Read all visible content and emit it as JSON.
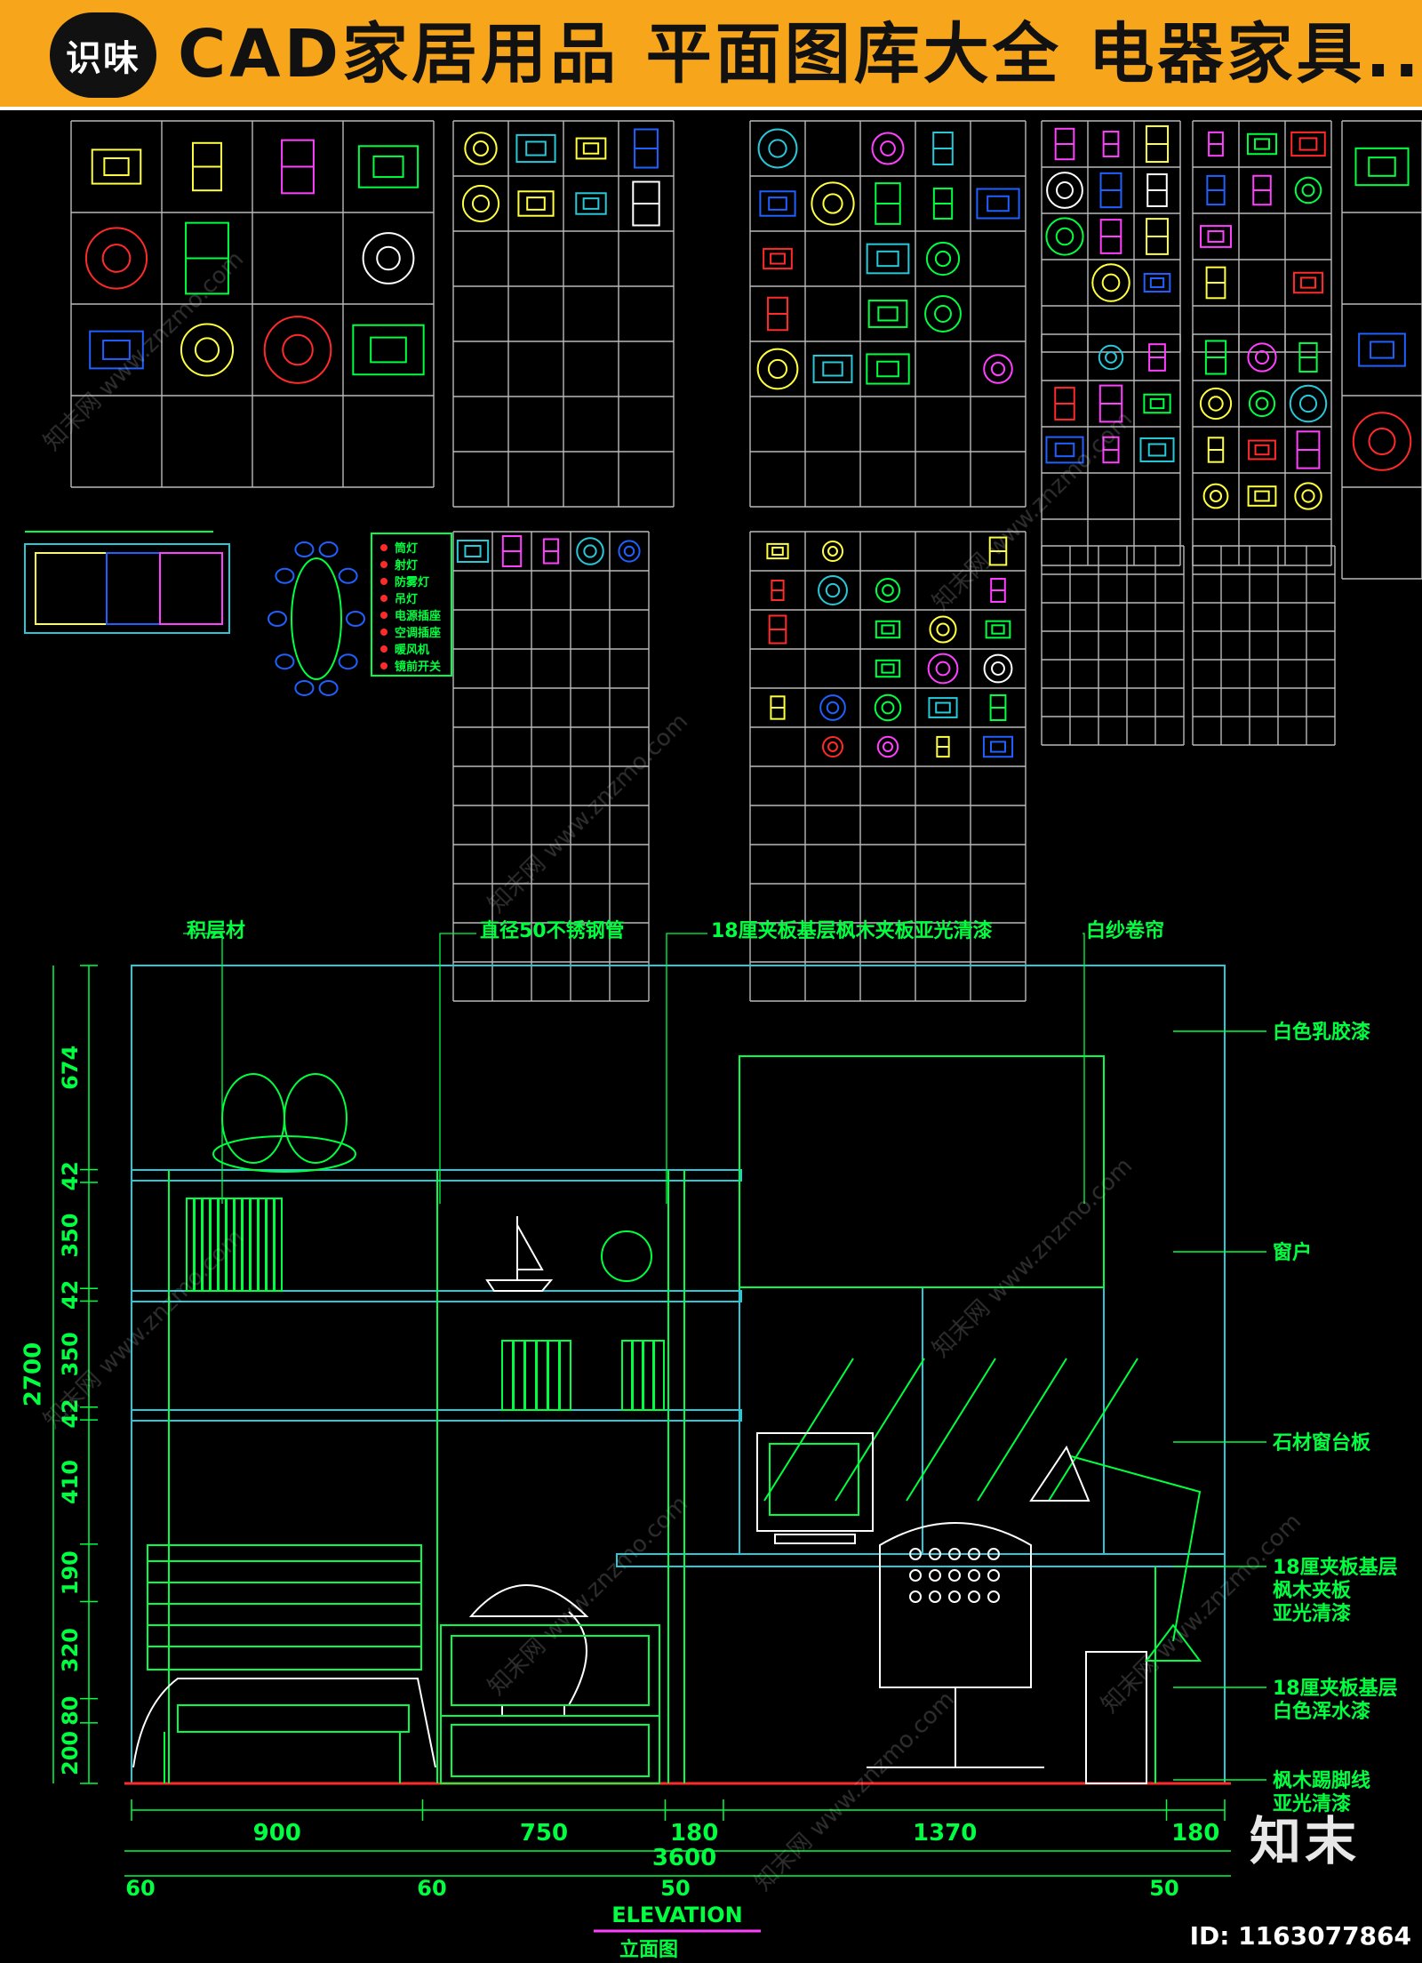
{
  "banner": {
    "badge": "识味",
    "title": "CAD家居用品 平面图库大全 电器家具..."
  },
  "watermark": "知末网 www.znzmo.com",
  "elevation": {
    "callouts_top": [
      "积层材",
      "直径50不锈钢管",
      "18厘夹板基层枫木夹板亚光清漆",
      "白纱卷帘"
    ],
    "callouts_right": [
      {
        "lines": [
          "白色乳胶漆"
        ]
      },
      {
        "lines": [
          "窗户"
        ]
      },
      {
        "lines": [
          "石材窗台板"
        ]
      },
      {
        "lines": [
          "18厘夹板基层",
          "枫木夹板",
          "亚光清漆"
        ]
      },
      {
        "lines": [
          "18厘夹板基层",
          "白色浑水漆"
        ]
      },
      {
        "lines": [
          "枫木踢脚线",
          "亚光清漆"
        ]
      }
    ],
    "left_dims": [
      "674",
      "42",
      "350",
      "42",
      "350",
      "42",
      "410",
      "190",
      "320",
      "80",
      "200"
    ],
    "left_total": "2700",
    "bottom_dims": [
      "900",
      "750",
      "180",
      "1370",
      "180"
    ],
    "bottom_total": "3600",
    "bottom_offsets": [
      "60",
      "60",
      "50",
      "50"
    ],
    "title_en": "ELEVATION",
    "title_cn": "立面图"
  },
  "legend": [
    "筒灯",
    "射灯",
    "防雾灯",
    "吊灯",
    "电源插座",
    "空调插座",
    "暖风机",
    "镜前开关"
  ],
  "footer": {
    "logo": "知末",
    "id": "ID: 1163077864"
  },
  "colors": {
    "banner": "#f7a51b",
    "cad_grid": "#b9b9b9",
    "cad_green": "#00ff40",
    "cad_cyan": "#27c8d8",
    "cad_red": "#ff2a2a",
    "cad_magenta": "#ff40ff",
    "cad_yellow": "#ffff40",
    "cad_blue": "#2060ff"
  }
}
